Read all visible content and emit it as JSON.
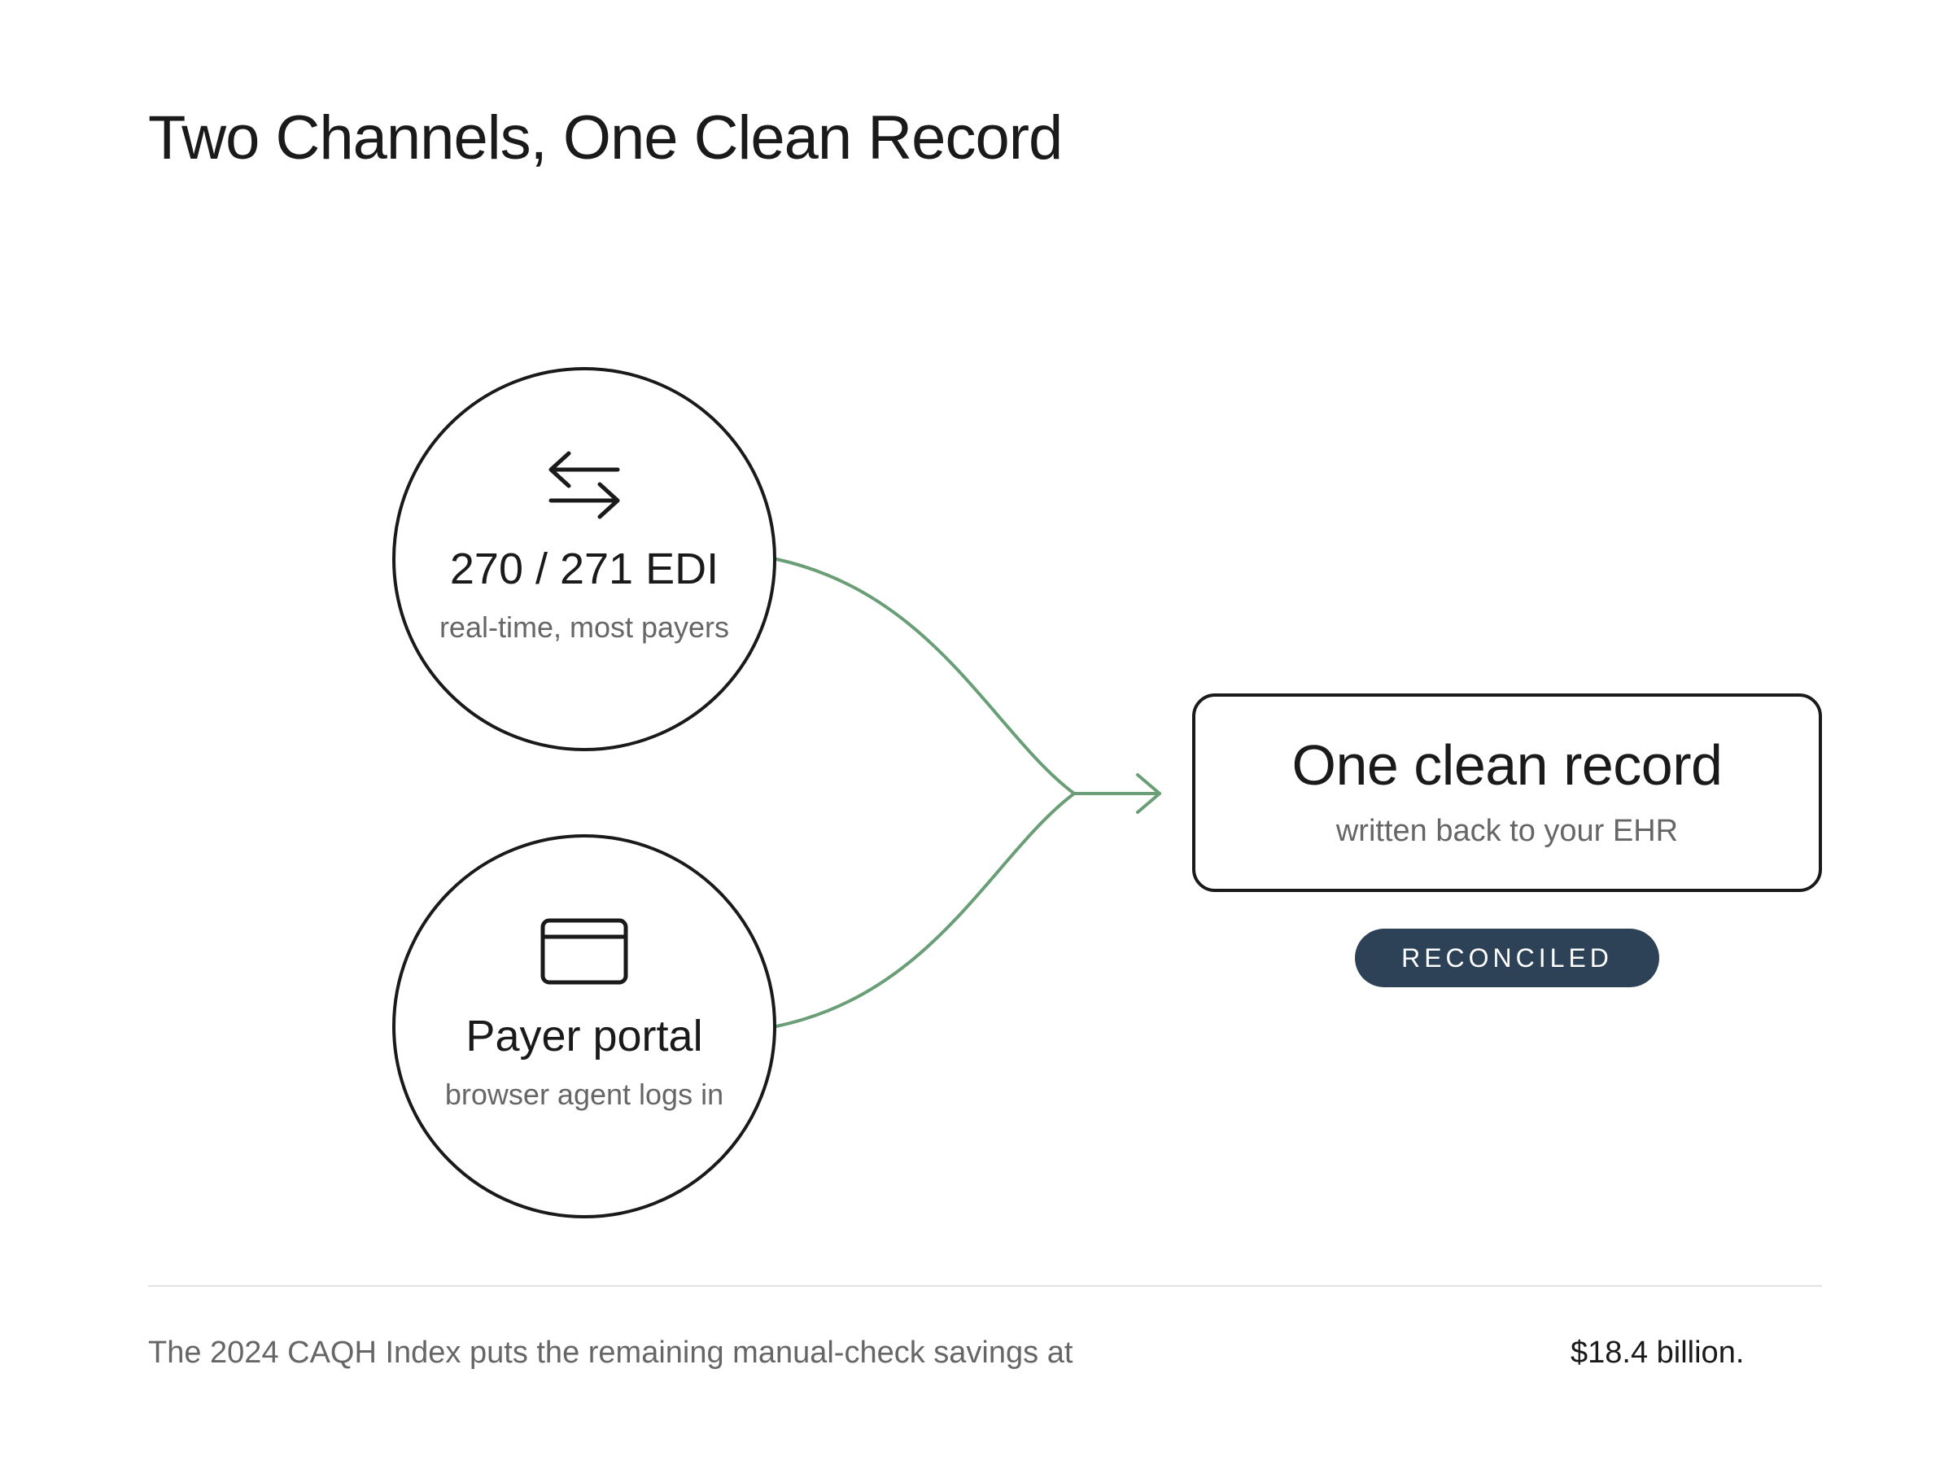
{
  "title": "Two Channels, One Clean Record",
  "colors": {
    "connector": "#6a9e76",
    "badge_background": "#2e4257",
    "outline": "#1a1a1a",
    "muted_text": "#666666"
  },
  "nodes": [
    {
      "title": "270 / 271 EDI",
      "subtitle": "real-time, most payers",
      "icon": "swap-arrows-icon"
    },
    {
      "title": "Payer portal",
      "subtitle": "browser agent logs in",
      "icon": "card-window-icon"
    }
  ],
  "result": {
    "title": "One clean record",
    "subtitle": "written back to your EHR",
    "badge": "RECONCILED"
  },
  "footer": {
    "text": "The 2024 CAQH Index puts the remaining manual-check savings at",
    "value": "$18.4 billion."
  }
}
